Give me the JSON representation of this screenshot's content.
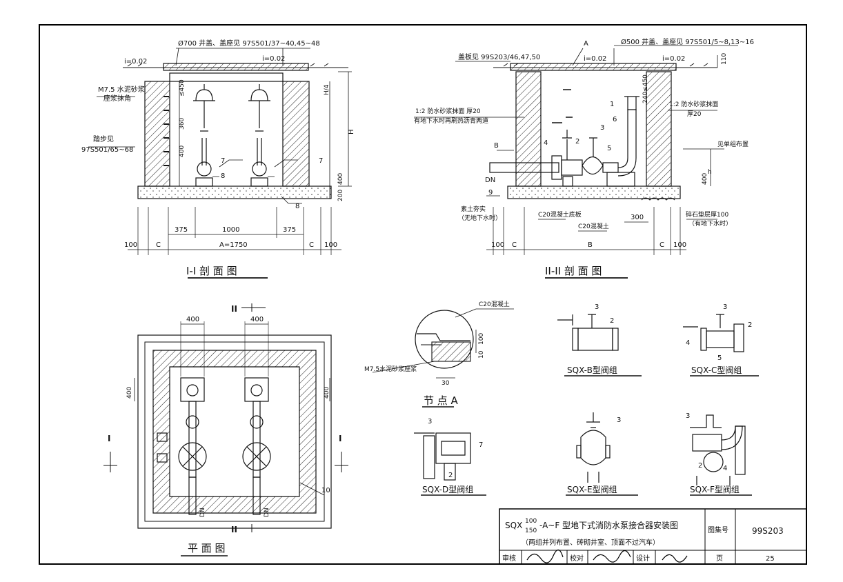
{
  "sec1": {
    "title": "I-I 剖 面 图",
    "well_note": "Ø700 井盖、盖座见 97S501/37~40,45~48",
    "slope_left": "i=0.02",
    "slope_right": "i=0.02",
    "mortar_note": "M7.5 水泥砂浆",
    "mortar_note2": "座浆抹角",
    "steps_note": "踏步见",
    "steps_ref": "97S501/65~68",
    "dim_450": "≤450",
    "dim_360": "360",
    "dim_400a": "400",
    "dim_400b": "400",
    "dim_200": "200",
    "dim_h4": "H/4",
    "dim_H": "H",
    "dim_375a": "375",
    "dim_1000": "1000",
    "dim_375b": "375",
    "dim_A": "A=1750",
    "dim_C1": "C",
    "dim_C2": "C",
    "dim_100a": "100",
    "dim_100b": "100",
    "lbl_7a": "7",
    "lbl_7b": "7",
    "lbl_8a": "8",
    "lbl_8b": "8"
  },
  "sec2": {
    "title": "II-II 剖 面 图",
    "cover_note": "盖板见 99S203/46,47,50",
    "lbl_A": "A",
    "well_note": "Ø500 井盖、盖座见 97S501/5~8,13~16",
    "slope_left": "i=0.02",
    "slope_right": "i=0.02",
    "dim_110": "110",
    "waterproof_left": "1:2 防水砂浆抹面 厚20",
    "waterproof_left2": "有地下水时再刷热沥青两道",
    "waterproof_right": "1:2 防水砂浆抹面",
    "waterproof_right2": "厚20",
    "unit_note": "见单组布置",
    "dim_450": "240≤450",
    "dim_h": "h",
    "dim_400": "400",
    "lbl_1": "1",
    "lbl_2": "2",
    "lbl_3": "3",
    "lbl_4": "4",
    "lbl_5": "5",
    "lbl_6": "6",
    "lbl_B": "B",
    "lbl_DN": "DN",
    "lbl_9": "9",
    "soil_note": "素土夯实",
    "soil_note2": "（无地下水时）",
    "base_note": "C20混凝土底板",
    "concrete_note": "C20混凝土",
    "gravel_note": "碎石垫层厚100",
    "gravel_note2": "（有地下水时）",
    "dim_300": "300",
    "dim_100a": "100",
    "dim_C1": "C",
    "dim_B": "B",
    "dim_C2": "C",
    "dim_100b": "100"
  },
  "plan": {
    "title": "平 面 图",
    "sec2_mark_top": "II",
    "sec2_mark_bottom": "II",
    "sec1_left": "I",
    "sec1_right": "I",
    "dim_400a": "400",
    "dim_400b": "400",
    "dim_400c": "400",
    "dim_400d": "400",
    "lbl_10": "10",
    "dn_a": "DN",
    "dn_b": "DN"
  },
  "node": {
    "title": "节 点 A",
    "concrete": "C20混凝土",
    "mortar": "M7.5水泥砂浆座浆",
    "dim_100": "100",
    "dim_10": "10",
    "dim_30": "30"
  },
  "valves": {
    "b": {
      "title": "SQX-B型阀组",
      "n3": "3",
      "n2": "2"
    },
    "c": {
      "title": "SQX-C型阀组",
      "n3": "3",
      "n2": "2",
      "n4": "4",
      "n5": "5"
    },
    "d": {
      "title": "SQX-D型阀组",
      "n3": "3",
      "n7": "7",
      "n2": "2"
    },
    "e": {
      "title": "SQX-E型阀组",
      "n3": "3"
    },
    "f": {
      "title": "SQX-F型阀组",
      "n3": "3",
      "n2": "2",
      "n4": "4"
    }
  },
  "titleblock": {
    "title_prefix": "SQX",
    "frac_top": "100",
    "frac_bottom": "150",
    "title_main": "-A~F 型地下式消防水泵接合器安装图",
    "subtitle": "（两组并列布置、砖砌井室、顶面不过汽车）",
    "atlas_label": "图集号",
    "atlas_no": "99S203",
    "review_label": "审核",
    "check_label": "校对",
    "design_label": "设计",
    "page_label": "页",
    "page_no": "25"
  }
}
